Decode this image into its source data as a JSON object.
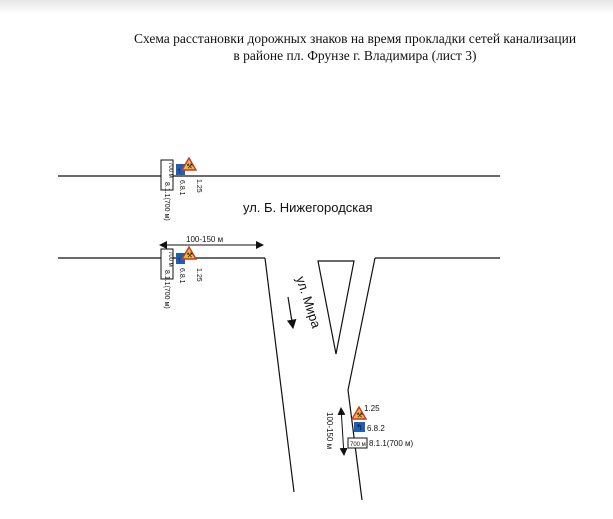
{
  "title": {
    "line1": "Схема расстановки дорожных знаков на время прокладки сетей канализации",
    "line2": "в районе пл. Фрунзе г. Владимира (лист 3)"
  },
  "streets": {
    "main": "ул. Б. Нижегородская",
    "side": "ул. Мира"
  },
  "sign_group_top": {
    "sign_warning": "1.25",
    "sign_detour": "6.8.1",
    "plate_distance": "8.1.1(700 м)",
    "plate_text": "700 м"
  },
  "sign_group_middle": {
    "sign_warning": "1.25",
    "sign_detour": "6.8.1",
    "plate_distance": "8.1.1(700 м)",
    "plate_text": "700 м",
    "dimension": "100-150 м"
  },
  "sign_group_bottom": {
    "sign_warning": "1.25",
    "sign_detour": "6.8.2",
    "plate_distance": "8.1.1(700 м)",
    "plate_text": "700 м",
    "dimension": "100-150 м"
  },
  "colors": {
    "line": "#111111",
    "sign_warning_fill": "#f2b53a",
    "sign_warning_border": "#c0392b",
    "sign_detour_fill": "#1e5fb4"
  }
}
